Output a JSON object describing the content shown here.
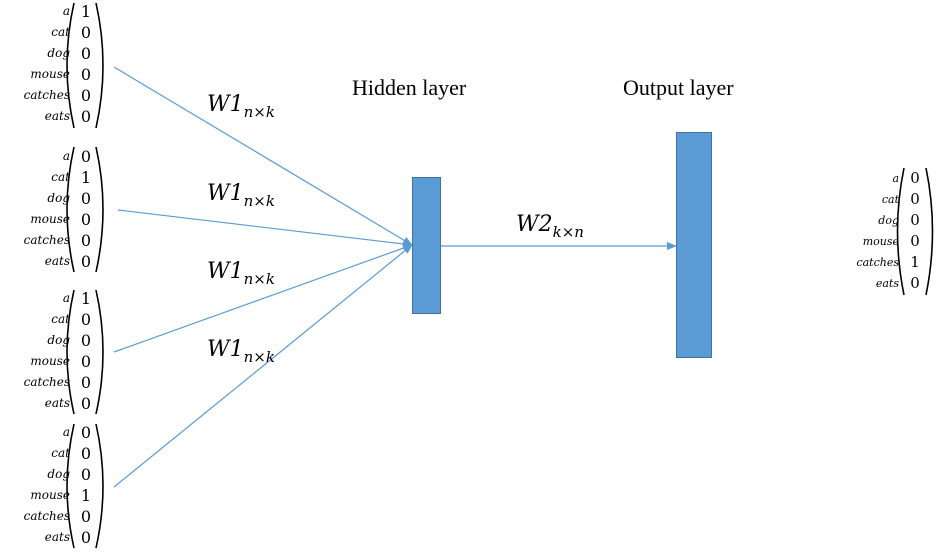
{
  "words": [
    "a",
    "cat",
    "dog",
    "mouse",
    "catches",
    "eats"
  ],
  "input_vectors": [
    {
      "values": [
        "1",
        "0",
        "0",
        "0",
        "0",
        "0"
      ]
    },
    {
      "values": [
        "0",
        "1",
        "0",
        "0",
        "0",
        "0"
      ]
    },
    {
      "values": [
        "1",
        "0",
        "0",
        "0",
        "0",
        "0"
      ]
    },
    {
      "values": [
        "0",
        "0",
        "0",
        "1",
        "0",
        "0"
      ]
    }
  ],
  "output_vector": {
    "values": [
      "0",
      "0",
      "0",
      "0",
      "1",
      "0"
    ]
  },
  "hidden_layer_title": "Hidden layer",
  "output_layer_title": "Output layer",
  "w1": {
    "base": "W1",
    "sub": "n×k"
  },
  "w2": {
    "base": "W2",
    "sub": "k×n"
  },
  "colors": {
    "bar_fill": "#5b9bd5",
    "bar_border": "#41719c",
    "arrow": "#5b9bd5"
  }
}
